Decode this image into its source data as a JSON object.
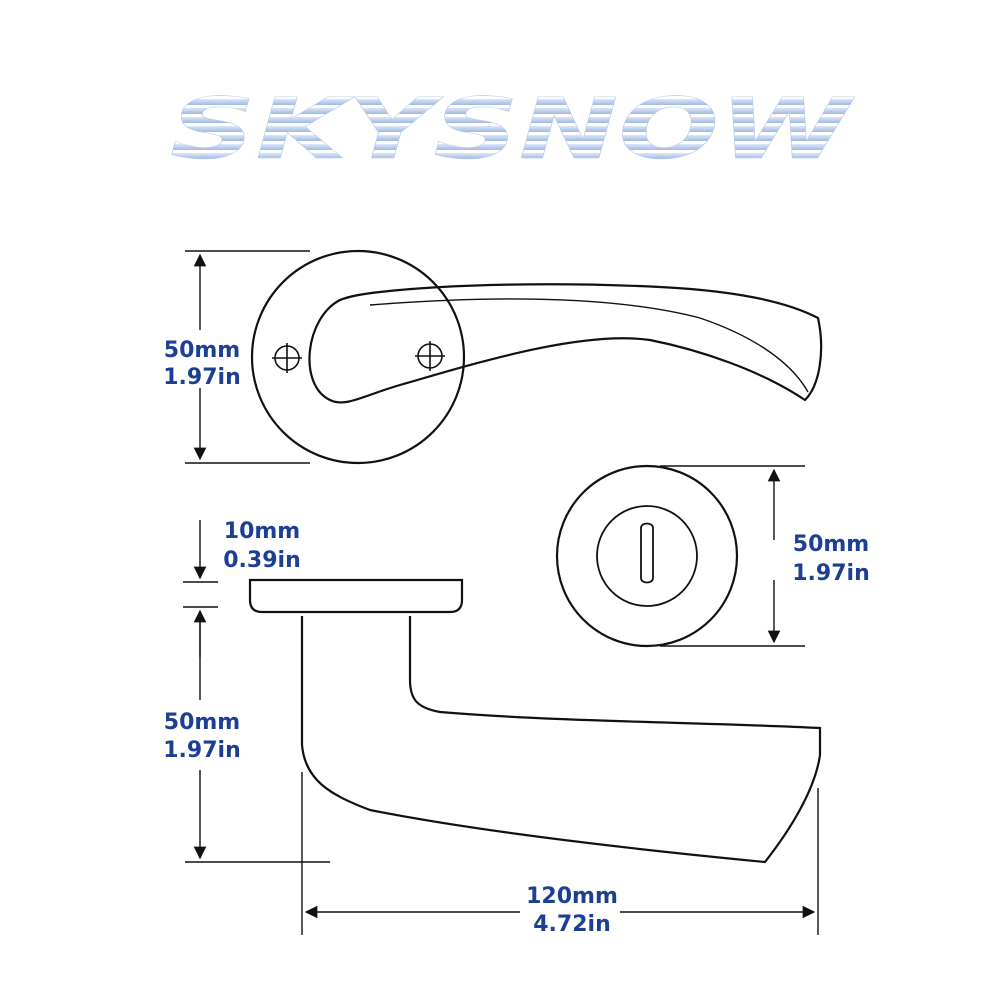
{
  "brand": {
    "logo": "SKYSNOW"
  },
  "colors": {
    "label": "#1c3f94",
    "line": "#111111",
    "logo_top": "#d9e4f7",
    "logo_bottom": "#a4bde6"
  },
  "dimensions": {
    "rose_height": {
      "mm": "50mm",
      "inch": "1.97in"
    },
    "rose_thickness": {
      "mm": "10mm",
      "inch": "0.39in"
    },
    "lever_projection": {
      "mm": "50mm",
      "inch": "1.97in"
    },
    "escutcheon_diameter": {
      "mm": "50mm",
      "inch": "1.97in"
    },
    "lever_length": {
      "mm": "120mm",
      "inch": "4.72in"
    }
  }
}
